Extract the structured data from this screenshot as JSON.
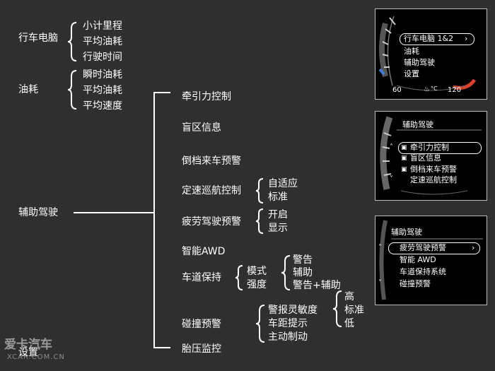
{
  "tree": {
    "trip_computer": {
      "label": "行车电脑",
      "items": [
        "小计里程",
        "平均油耗",
        "行驶时间"
      ]
    },
    "fuel": {
      "label": "油耗",
      "items": [
        "瞬时油耗",
        "平均油耗",
        "平均速度"
      ]
    },
    "driver_assist": {
      "label": "辅助驾驶",
      "items": {
        "traction": "牵引力控制",
        "blind_spot": "盲区信息",
        "rear_cross": "倒档来车预警",
        "cruise": {
          "label": "定速巡航控制",
          "options": [
            "自适应",
            "标准"
          ]
        },
        "fatigue": {
          "label": "疲劳驾驶预警",
          "options": [
            "开启",
            "显示"
          ]
        },
        "awd": "智能AWD",
        "lane_keep": {
          "label": "车道保持",
          "options": [
            "模式",
            "强度"
          ],
          "mode_options": [
            "警告",
            "辅助",
            "警告+辅助"
          ]
        },
        "collision": {
          "label": "碰撞预警",
          "options": [
            "警报灵敏度",
            "车距提示",
            "主动制动"
          ],
          "sensitivity_options": [
            "高",
            "标准",
            "低"
          ]
        },
        "tire": "胎压监控"
      }
    },
    "settings": {
      "label": "设置"
    }
  },
  "screen1": {
    "items": [
      "行车电脑 1&2",
      "油耗",
      "辅助驾驶",
      "设置"
    ],
    "gauge_left": "60",
    "gauge_unit": "°C",
    "gauge_right": "120"
  },
  "screen2": {
    "title": "辅助驾驶",
    "items": [
      "牵引力控制",
      "盲区信息",
      "倒档来车预警",
      "定速巡航控制"
    ]
  },
  "screen3": {
    "title": "辅助驾驶",
    "items": [
      "疲劳驾驶预警",
      "智能 AWD",
      "车道保持系统",
      "碰撞预警"
    ]
  },
  "watermark": {
    "logo": "爱卡汽车",
    "url": "XCAR.COM.CN"
  },
  "colors": {
    "background": "#2f2f2f",
    "text": "#ffffff",
    "screen_bg": "#000000",
    "gauge_red": "#d9412b",
    "gauge_blue": "#3d7fd9"
  }
}
